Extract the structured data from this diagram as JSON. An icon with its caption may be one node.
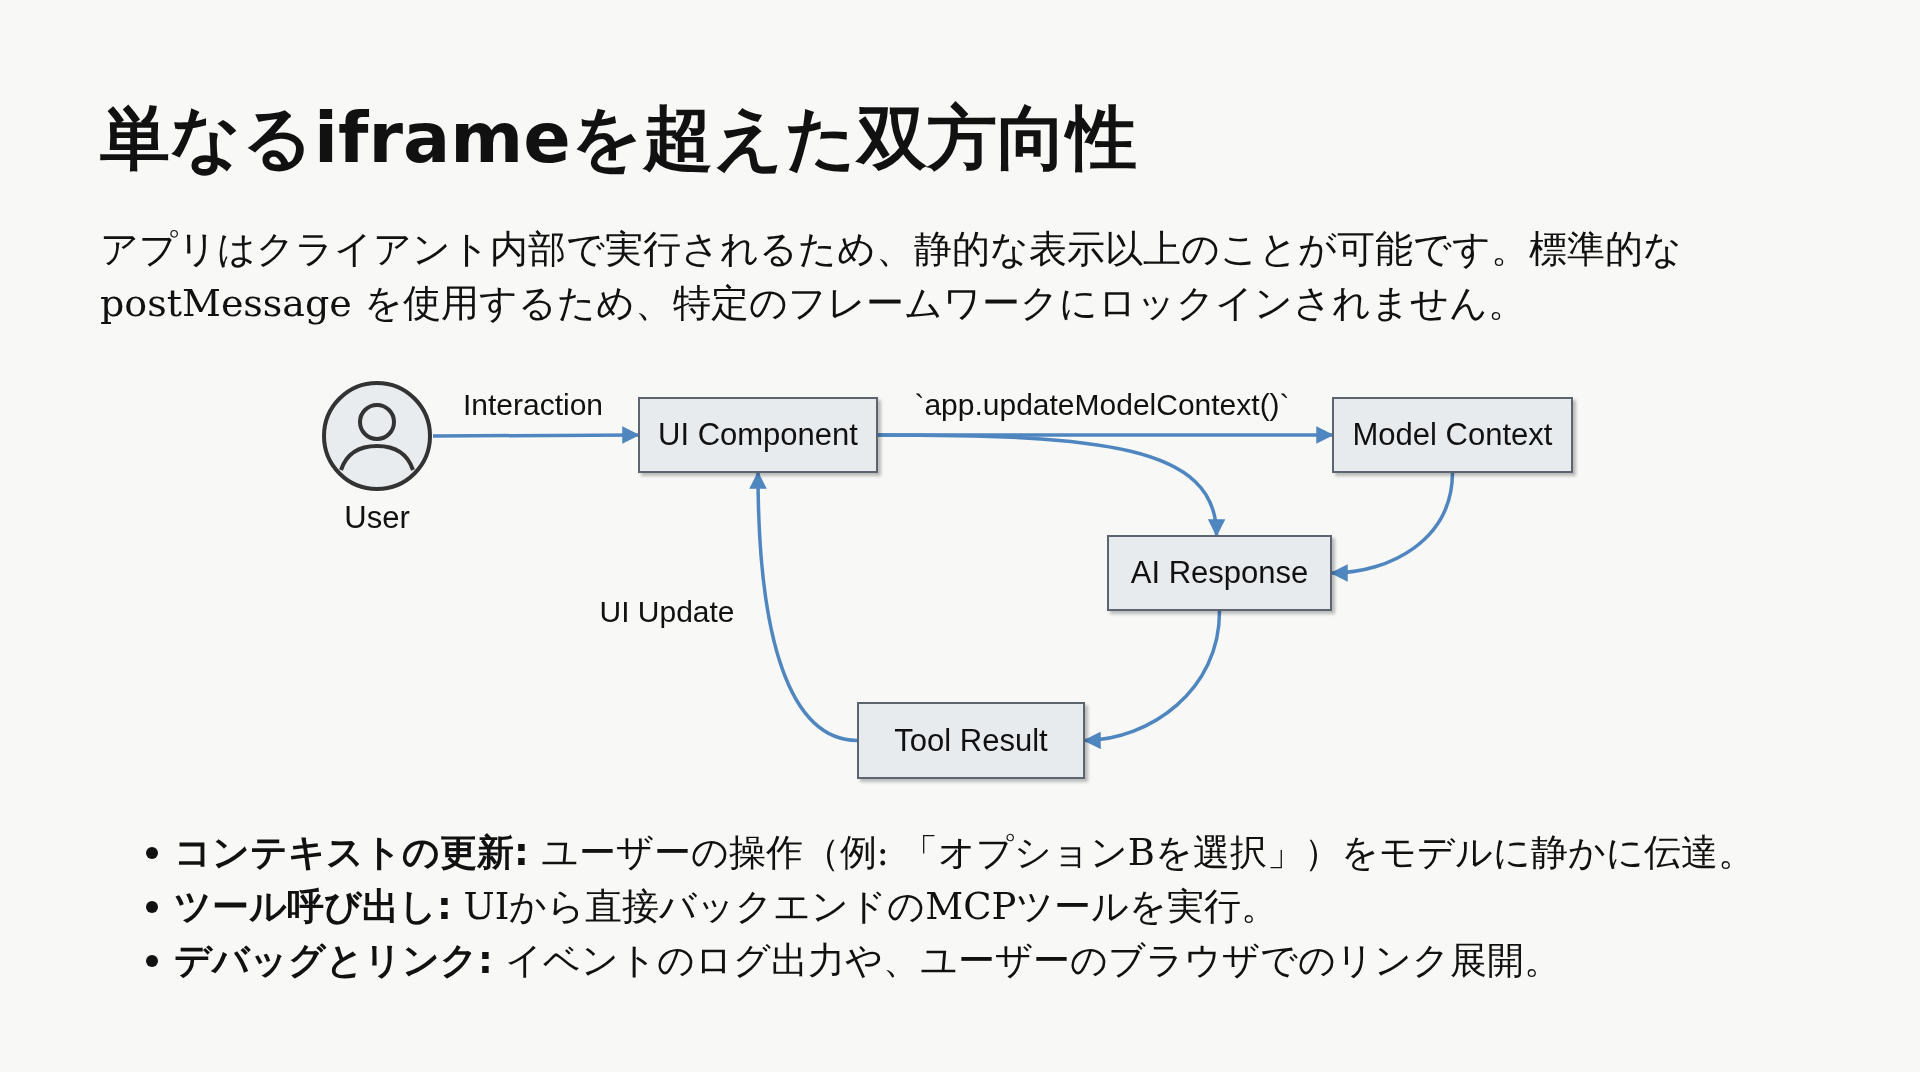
{
  "diagram": {
    "title": "単なるiframeを超えた双方向性",
    "caption": "アプリはクライアント内部で実行されるため、静的な表示以上のことが可能です。標準的な postMessage を使用するため、特定のフレームワークにロックインされません。",
    "nodes": [
      {
        "text": [
          "User"
        ]
      },
      {
        "text": [
          "UI Component"
        ]
      },
      {
        "text": [
          "Model Context"
        ]
      },
      {
        "text": [
          "AI Response"
        ]
      },
      {
        "text": [
          "Tool Result"
        ]
      }
    ],
    "edges": [
      {
        "from": 0,
        "to": 1,
        "arrow": "to",
        "label": "Interaction"
      },
      {
        "from": 1,
        "to": 2,
        "arrow": "to",
        "label": "`app.updateModelContext()`"
      },
      {
        "from": 1,
        "to": 3,
        "arrow": "to"
      },
      {
        "from": 2,
        "to": 3,
        "arrow": "to"
      },
      {
        "from": 3,
        "to": 4,
        "arrow": "to"
      },
      {
        "from": 4,
        "to": 1,
        "arrow": "to",
        "label": "UI Update"
      }
    ],
    "labels": [
      "**コンテキストの更新:** ユーザーの操作（例: 「オプションBを選択」）をモデルに静かに伝達。",
      "**ツール呼び出し:** UIから直接バックエンドのMCPツールを実行。",
      "**デバッグとリンク:** イベントのログ出力や、ユーザーのブラウザでのリンク展開。"
    ]
  }
}
